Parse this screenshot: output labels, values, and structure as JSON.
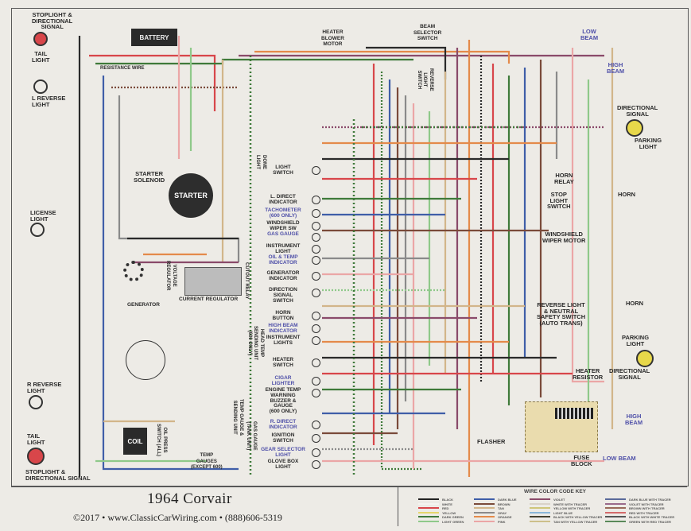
{
  "title": "1964 Corvair",
  "copyright": "©2017 • www.ClassicCarWiring.com • (888)606-5319",
  "components": {
    "battery": "BATTERY",
    "starter": "STARTER",
    "coil": "COIL",
    "stoplight_dir_top": "STOPLIGHT &\nDIRECTIONAL\nSIGNAL",
    "tail_light_top": "TAIL\nLIGHT",
    "l_reverse_light": "L REVERSE\nLIGHT",
    "license_light": "LICENSE\nLIGHT",
    "r_reverse_light": "R REVERSE\nLIGHT",
    "tail_light_bottom": "TAIL\nLIGHT",
    "stoplight_dir_bottom": "STOPLIGHT &\nDIRECTIONAL SIGNAL",
    "resistance_wire": "RESISTANCE WIRE",
    "starter_solenoid": "STARTER\nSOLENOID",
    "voltage_regulator": "VOLTAGE\nREGULATOR",
    "generator": "GENERATOR",
    "current_regulator": "CURRENT REGULATOR",
    "cutout_relay": "CUTOUT RELAY",
    "oil_press_switch": "OIL PRESS\nSWITCH (ALL)",
    "temp_gauges": "TEMP\nGAUGES\n(EXCEPT 600)",
    "temp_gauge_sending": "TEMP GAUGE &\nSENDING UNIT",
    "gas_gauge_tank": "GAS GAUGE\n(TANK UNIT)",
    "head_temp": "HEAD TEMP\nSENDING UNIT\n(600 ONLY)",
    "dome_light": "DOME\nLIGHT",
    "heater_blower": "HEATER\nBLOWER\nMOTOR",
    "beam_selector": "BEAM\nSELECTOR\nSWITCH",
    "reverse_light_switch": "REVERSE\nLIGHT\nSWITCH",
    "low_beam_top": "LOW\nBEAM",
    "high_beam_top": "HIGH\nBEAM",
    "directional_signal_top": "DIRECTIONAL\nSIGNAL",
    "parking_light_top": "PARKING\nLIGHT",
    "horn_relay": "HORN\nRELAY",
    "horn_top": "HORN",
    "stop_light_switch": "STOP\nLIGHT\nSWITCH",
    "wiper_motor": "WINDSHIELD\nWIPER MOTOR",
    "reverse_neutral_switch": "REVERSE LIGHT\n& NEUTRAL\nSAFETY SWITCH\n(AUTO TRANS)",
    "horn_bottom": "HORN",
    "parking_light_bottom": "PARKING\nLIGHT",
    "directional_signal_bottom": "DIRECTIONAL\nSIGNAL",
    "heater_resistor": "HEATER\nRESISTOR",
    "high_beam_bottom": "HIGH\nBEAM",
    "low_beam_bottom": "LOW BEAM",
    "flasher": "FLASHER",
    "fuse_block": "FUSE\nBLOCK"
  },
  "dash_items": [
    {
      "label": "LIGHT\nSWITCH",
      "blue": false
    },
    {
      "label": "L. DIRECT\nINDICATOR",
      "blue": false
    },
    {
      "label": "TACHOMETER\n(600 ONLY)",
      "blue": true
    },
    {
      "label": "WINDSHIELD\nWIPER SW",
      "blue": false
    },
    {
      "label": "GAS GAUGE",
      "blue": true
    },
    {
      "label": "INSTRUMENT\nLIGHT",
      "blue": false
    },
    {
      "label": "OIL & TEMP\nINDICATOR",
      "blue": true
    },
    {
      "label": "GENERATOR\nINDICATOR",
      "blue": false
    },
    {
      "label": "DIRECTION\nSIGNAL\nSWITCH",
      "blue": false
    },
    {
      "label": "HORN\nBUTTON",
      "blue": false
    },
    {
      "label": "HIGH BEAM\nINDICATOR",
      "blue": true
    },
    {
      "label": "INSTRUMENT\nLIGHTS",
      "blue": false
    },
    {
      "label": "HEATER\nSWITCH",
      "blue": false
    },
    {
      "label": "CIGAR\nLIGHTER",
      "blue": true
    },
    {
      "label": "ENGINE TEMP\nWARNING\nBUZZER &\nGAUGE\n(600 ONLY)",
      "blue": false
    },
    {
      "label": "R. DIRECT\nINDICATOR",
      "blue": true
    },
    {
      "label": "IGNITION\nSWITCH",
      "blue": false
    },
    {
      "label": "GEAR SELECTOR\nLIGHT",
      "blue": true
    },
    {
      "label": "GLOVE BOX\nLIGHT",
      "blue": false
    }
  ],
  "wire_key": {
    "title": "WIRE COLOR CODE KEY",
    "items": [
      {
        "label": "BLACK",
        "color": "#222222"
      },
      {
        "label": "WHITE",
        "color": "#f4f4f0"
      },
      {
        "label": "RED",
        "color": "#d8464a"
      },
      {
        "label": "YELLOW",
        "color": "#e6d66a"
      },
      {
        "label": "DARK GREEN",
        "color": "#3f7a3a"
      },
      {
        "label": "LIGHT GREEN",
        "color": "#8fc98a"
      },
      {
        "label": "DARK BLUE",
        "color": "#3f5ea8"
      },
      {
        "label": "BROWN",
        "color": "#7a4a3a"
      },
      {
        "label": "TAN",
        "color": "#d2b58a"
      },
      {
        "label": "GRAY",
        "color": "#8a8a8a"
      },
      {
        "label": "ORANGE",
        "color": "#e48a4a"
      },
      {
        "label": "PINK",
        "color": "#eba6a6"
      },
      {
        "label": "VIOLET",
        "color": "#8a4a6a"
      },
      {
        "label": "WHITE WITH TRACER",
        "color": "#d9d2c8"
      },
      {
        "label": "YELLOW WITH TRACER",
        "color": "#cfc67a"
      },
      {
        "label": "LIGHT BLUE",
        "color": "#8ab6d8"
      },
      {
        "label": "BLACK WITH YELLOW TRACER",
        "color": "#444030"
      },
      {
        "label": "TAN WITH YELLOW TRACER",
        "color": "#cdbf8a"
      },
      {
        "label": "DARK BLUE WITH TRACER",
        "color": "#5a6a9a"
      },
      {
        "label": "VIOLET WITH TRACER",
        "color": "#9a6a8a"
      },
      {
        "label": "BROWN WITH TRACER",
        "color": "#9a6a5a"
      },
      {
        "label": "RED WITH TRACER",
        "color": "#d46a6a"
      },
      {
        "label": "BLACK WITH WHITE TRACER",
        "color": "#555555"
      },
      {
        "label": "GREEN WITH RED TRACER",
        "color": "#5a8a5a"
      }
    ]
  }
}
